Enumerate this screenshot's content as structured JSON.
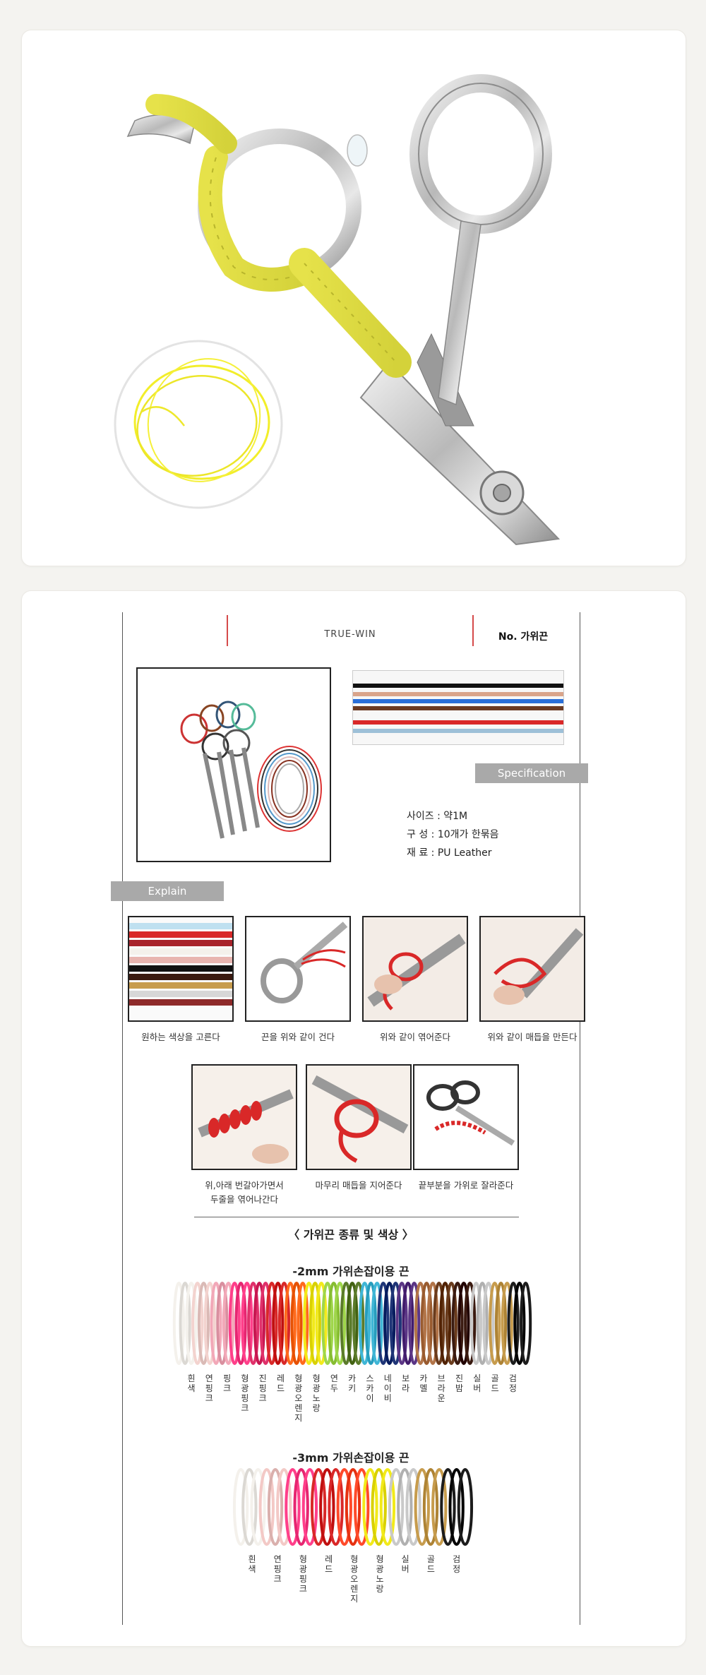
{
  "header": {
    "brand": "TRUE-WIN",
    "model": "No. 가위끈"
  },
  "tags": {
    "specification": "Specification",
    "explain": "Explain"
  },
  "specs": [
    "사이즈 : 약1M",
    "구   성 : 10개가 한묶음",
    "재   료 : PU Leather"
  ],
  "steps": [
    "원하는 색상을 고른다",
    "끈을 위와 같이 건다",
    "위와 같이 엮어준다",
    "위와 같이 매듭을 만든다",
    "위,아래 번갈아가면서",
    "두줄을 엮어나간다",
    "마무리 매듭을 지어준다",
    "끝부분을 가위로 잘라준다"
  ],
  "section_title": "〈 가위끈 종류 및 색상 〉",
  "range_2mm": {
    "title": "-2mm 가위손잡이용 끈",
    "labels": [
      "흰색",
      "연핑크",
      "핑크",
      "형광핑크",
      "진핑크",
      "레드",
      "형광오렌지",
      "형광노랑",
      "연두",
      "카키",
      "스카이",
      "네이비",
      "보라",
      "카멜",
      "브라운",
      "진밤",
      "실버",
      "골드",
      "검정"
    ],
    "colors": [
      "#f4f1ec",
      "#f3d3cf",
      "#f2a8b8",
      "#ff3f8a",
      "#e0306a",
      "#d92828",
      "#ff6a1c",
      "#f2ea1a",
      "#9fd64a",
      "#5b7b2a",
      "#3fb6d6",
      "#1f3577",
      "#5b3585",
      "#b27448",
      "#6a3b1c",
      "#3a1a10",
      "#c9c9c9",
      "#c79c4d",
      "#1c1c1c"
    ]
  },
  "range_3mm": {
    "title": "-3mm 가위손잡이용 끈",
    "labels": [
      "흰색",
      "연핑크",
      "형광핑크",
      "레드",
      "형광오렌지",
      "형광노랑",
      "실버",
      "골드",
      "검정"
    ],
    "colors": [
      "#f4f1ec",
      "#f3c9c6",
      "#ff3f8a",
      "#d92828",
      "#ff4a2a",
      "#f2ea1a",
      "#c9c9c9",
      "#c79c4d",
      "#1c1c1c"
    ]
  }
}
